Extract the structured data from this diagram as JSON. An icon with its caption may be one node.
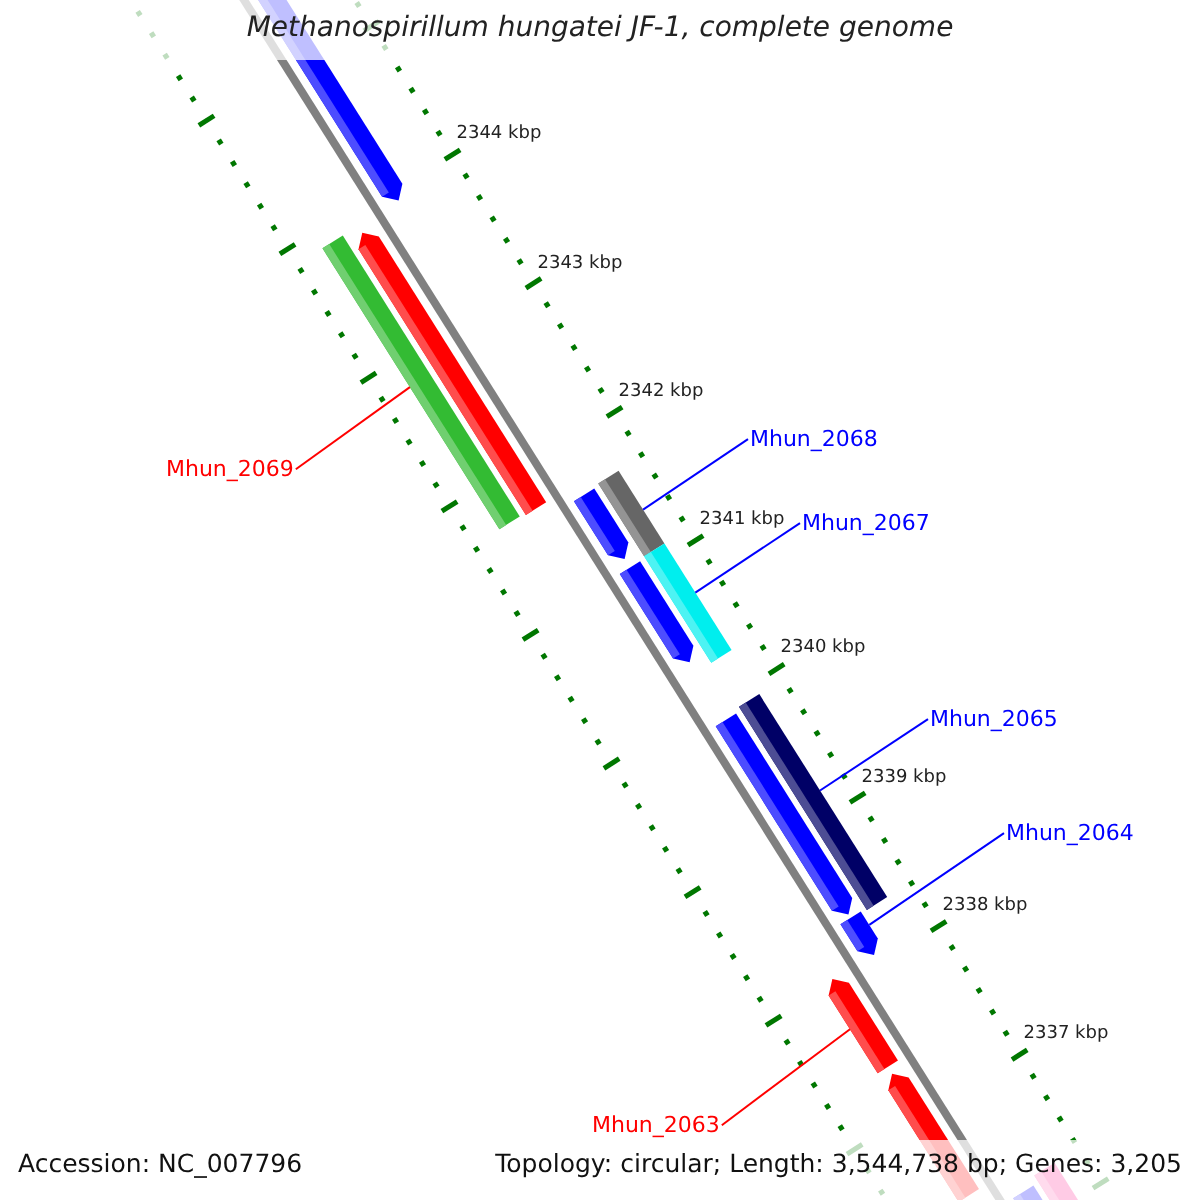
{
  "diagram": {
    "title": "Methanospirillum hungatei JF-1, complete genome",
    "nodes": [
      {
        "text": [
          "Mhun_2068"
        ]
      },
      {
        "text": [],
        "shape": "bar"
      },
      {
        "text": [
          "Mhun_2069"
        ]
      },
      {
        "text": [],
        "shape": "bar"
      },
      {
        "text": [
          "Mhun_2067"
        ]
      },
      {
        "text": [],
        "shape": "bar"
      },
      {
        "text": [
          "Mhun_2065"
        ]
      },
      {
        "text": [],
        "shape": "bar"
      },
      {
        "text": [
          "Mhun_2064"
        ]
      },
      {
        "text": [],
        "shape": "arrow"
      },
      {
        "text": [
          "Mhun_2063"
        ]
      },
      {
        "text": [],
        "shape": "arrow"
      }
    ],
    "edges": [
      {
        "from": 0,
        "to": 1,
        "arrow": "none"
      },
      {
        "from": 2,
        "to": 3,
        "arrow": "none",
        "color": "#ff0000"
      },
      {
        "from": 4,
        "to": 5,
        "arrow": "none"
      },
      {
        "from": 6,
        "to": 7,
        "arrow": "none"
      },
      {
        "from": 8,
        "to": 9,
        "arrow": "none"
      },
      {
        "from": 10,
        "to": 11,
        "arrow": "none",
        "color": "#ff0000"
      }
    ],
    "labels": [
      "2344 kbp",
      "2343 kbp",
      "2342 kbp",
      "2341 kbp",
      "2340 kbp",
      "2339 kbp",
      "2338 kbp",
      "2337 kbp",
      "Accession: NC_007796",
      "Topology: circular; Length: 3,544,738 bp; Genes: 3,205"
    ]
  }
}
